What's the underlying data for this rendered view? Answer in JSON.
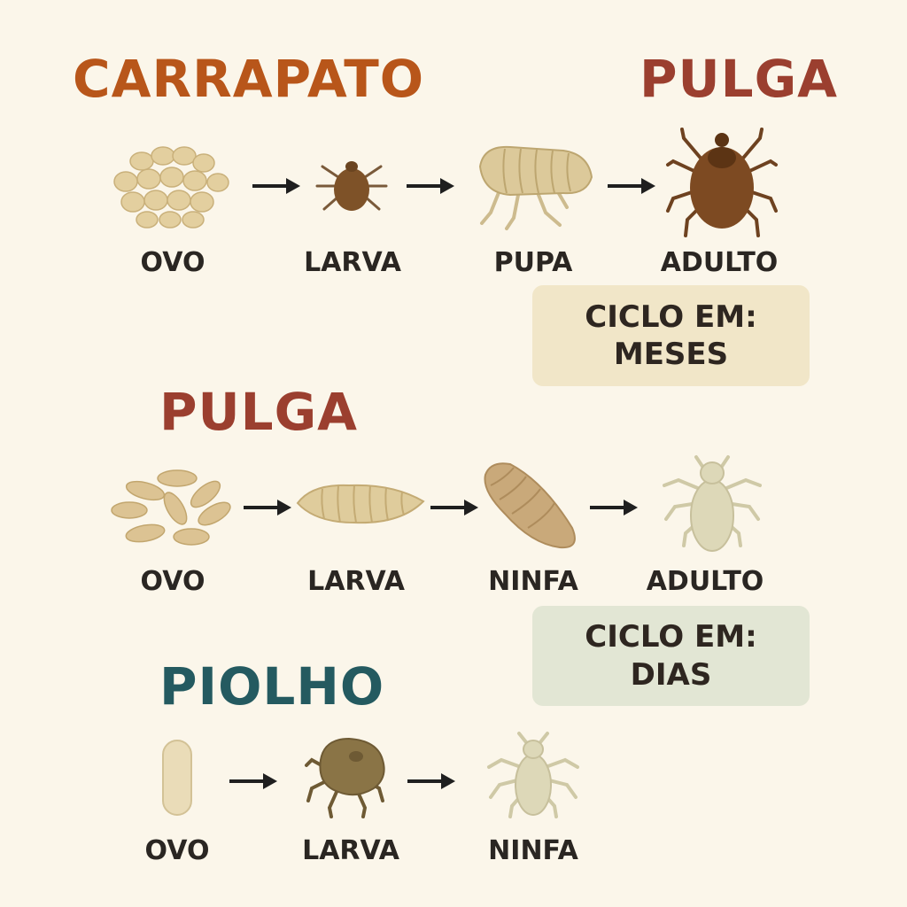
{
  "rows": [
    {
      "title_left": "CARRAPATO",
      "title_right": "PULGA",
      "stages": [
        {
          "label": "OVO",
          "icon": "egg-cluster-icon"
        },
        {
          "label": "LARVA",
          "icon": "tick-larva-icon"
        },
        {
          "label": "PUPA",
          "icon": "flea-pupa-icon"
        },
        {
          "label": "ADULTO",
          "icon": "tick-adult-icon"
        }
      ],
      "cycle": {
        "line1": "CICLO EM:",
        "line2": "MESES"
      }
    },
    {
      "title_left": "PULGA",
      "stages": [
        {
          "label": "OVO",
          "icon": "oval-eggs-icon"
        },
        {
          "label": "LARVA",
          "icon": "larva-icon"
        },
        {
          "label": "NINFA",
          "icon": "nymph-icon"
        },
        {
          "label": "ADULTO",
          "icon": "louse-adult-icon"
        }
      ],
      "cycle": {
        "line1": "CICLO EM:",
        "line2": "DIAS"
      }
    },
    {
      "title_left": "PIOLHO",
      "stages": [
        {
          "label": "OVO",
          "icon": "nit-egg-icon"
        },
        {
          "label": "LARVA",
          "icon": "louse-larva-icon"
        },
        {
          "label": "NINFA",
          "icon": "louse-nymph-icon"
        }
      ]
    }
  ],
  "colors": {
    "carrapato_title": "#b8561a",
    "pulga_title": "#9b3f2f",
    "piolho_title": "#245a60",
    "meses_box": "#f1e6c8",
    "dias_box": "#e2e6d4",
    "arrow": "#1f1f1f"
  }
}
